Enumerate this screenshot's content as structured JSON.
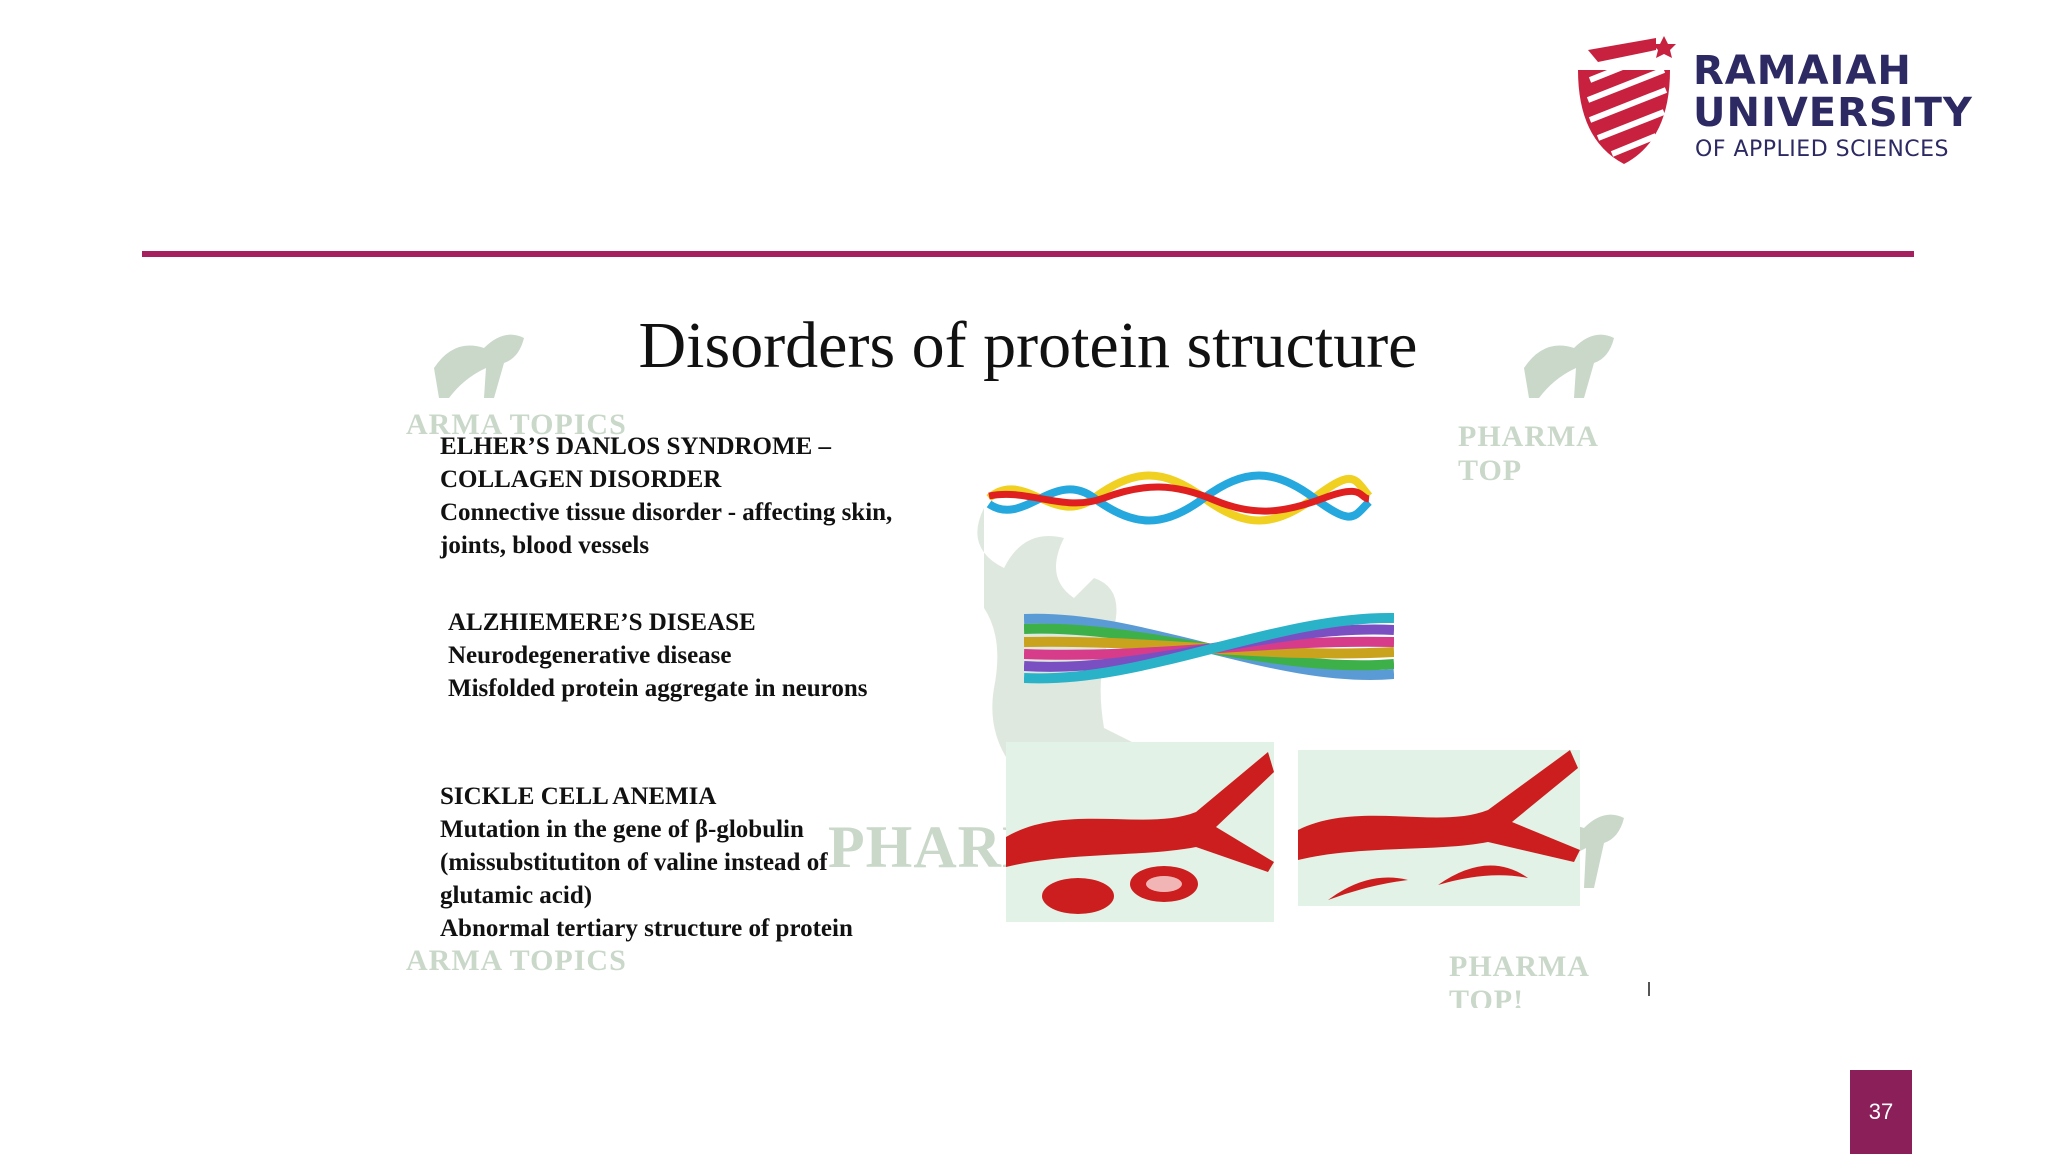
{
  "logo": {
    "line1": "RAMAIAH",
    "line2": "UNIVERSITY",
    "line3": "OF APPLIED SCIENCES"
  },
  "colors": {
    "accent_rule": "#a4205e",
    "page_box": "#8b1f5a",
    "logo_text": "#2d2a63",
    "logo_mark": "#c8213f"
  },
  "slide": {
    "title": "Disorders of protein structure",
    "watermarks": {
      "w1": "ARMA TOPICS",
      "w2": "PHARMA TOP",
      "w3": "PHARM",
      "w4": "ARMA TOPICS",
      "w5": "PHARMA TOP!"
    },
    "sections": [
      {
        "lines": [
          "ELHER’S DANLOS SYNDROME –",
          "COLLAGEN DISORDER",
          "Connective tissue disorder - affecting skin,",
          "joints, blood vessels"
        ]
      },
      {
        "lines": [
          "ALZHIEMERE’S DISEASE",
          "Neurodegenerative disease",
          "Misfolded protein aggregate in neurons"
        ]
      },
      {
        "lines": [
          "SICKLE CELL ANEMIA",
          "Mutation in the gene of β-globulin",
          "(missubstitutiton of valine instead of",
          "glutamic acid)",
          "Abnormal tertiary structure of protein"
        ]
      }
    ],
    "images": [
      "collagen-triple-helix",
      "amyloid-fibril-bundle",
      "normal-red-blood-cells",
      "sickle-red-blood-cells"
    ]
  },
  "page_number": "37"
}
